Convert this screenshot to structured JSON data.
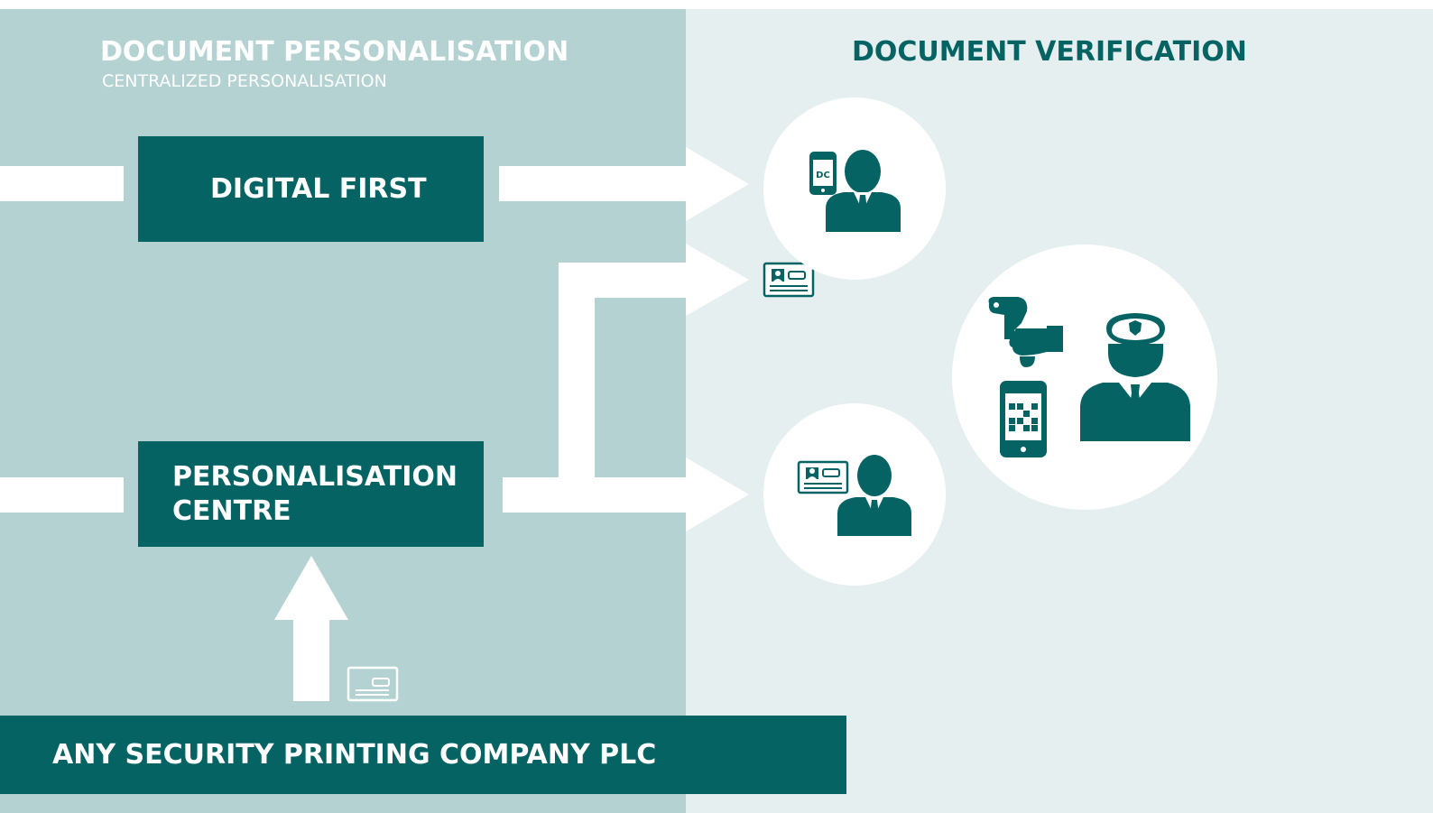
{
  "personalisation": {
    "title": "DOCUMENT PERSONALISATION",
    "subtitle": "CENTRALIZED PERSONALISATION"
  },
  "verification": {
    "title": "DOCUMENT VERIFICATION"
  },
  "boxes": {
    "digital_first": "DIGITAL FIRST",
    "personalisation_centre_line1": "PERSONALISATION",
    "personalisation_centre_line2": "CENTRE",
    "printing_company": "ANY SECURITY PRINTING COMPANY PLC"
  },
  "icons": {
    "phone_badge": "DC"
  },
  "colors": {
    "left_panel": "#b3d2d1",
    "right_panel": "#e5eff0",
    "accent": "#066363",
    "white": "#ffffff"
  }
}
